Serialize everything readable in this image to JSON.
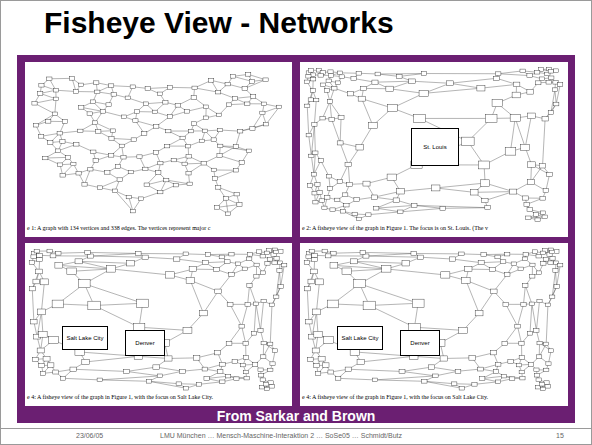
{
  "diagram": {
    "title": "Fisheye View - Networks",
    "caption": "From Sarkar and Brown",
    "nodes": [
      {
        "text": [
          "St. Louis"
        ]
      },
      {
        "text": [
          "Salt Lake City"
        ]
      },
      {
        "text": [
          "Denver"
        ]
      },
      {
        "text": [
          "Salt Lake City"
        ]
      },
      {
        "text": [
          "Denver"
        ]
      }
    ],
    "labels": [
      "e 1: A graph with 134 vertices and 338 edges. The vertices represent major c",
      "e 2: A fisheye view of the graph in Figure 1. The focus is on St. Louis. (The v",
      "e 4: A fisheye view of the graph in Figure 1, with the focus on Salt Lake City.",
      "e 4: A fisheye view of the graph in Figure 1, with the focus on Salt Lake City.",
      "23/06/05",
      "LMU München … Mensch-Maschine-Interaktion 2 … SoSe05 … Schmidt/Butz",
      "15"
    ]
  }
}
